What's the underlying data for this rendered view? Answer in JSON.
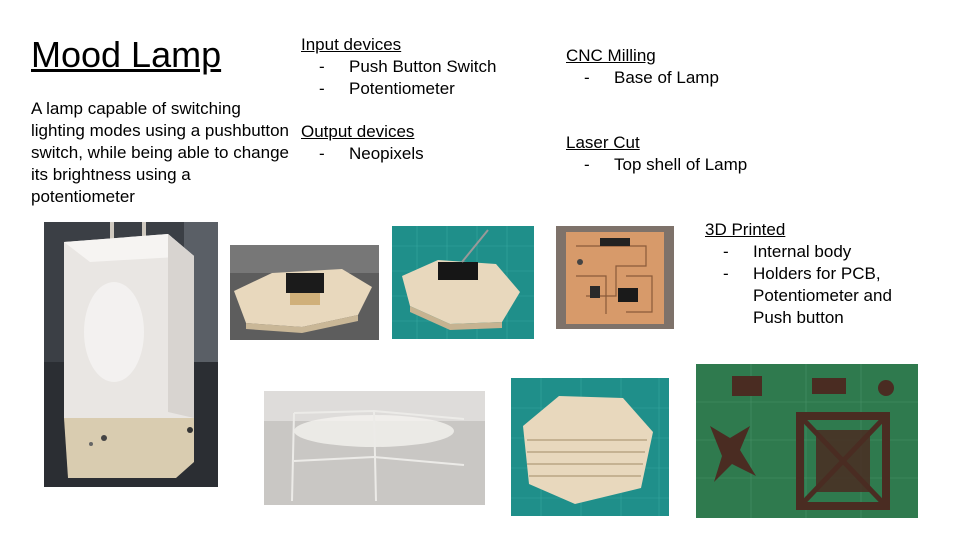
{
  "slide": {
    "title": "Mood Lamp",
    "description": "A lamp capable of switching lighting modes using a pushbutton switch, while being able to change its brightness using a potentiometer"
  },
  "sections": {
    "input": {
      "heading": "Input devices",
      "items": [
        "Push Button Switch",
        "Potentiometer"
      ]
    },
    "output": {
      "heading": "Output devices",
      "items": [
        "Neopixels"
      ]
    },
    "cnc": {
      "heading": "CNC Milling",
      "items": [
        "Base of Lamp"
      ]
    },
    "laser": {
      "heading": "Laser Cut",
      "items": [
        "Top shell of Lamp"
      ]
    },
    "printed": {
      "heading": "3D Printed",
      "items": [
        "Internal body",
        "Holders for PCB, Potentiometer and Push button"
      ]
    }
  },
  "bullet_marker": "-",
  "colors": {
    "cutting_mat": "#1f8f8a",
    "wood": "#e8d8bd",
    "pcb_copper": "#d79a6a",
    "pla_brown": "#4a2c22"
  }
}
